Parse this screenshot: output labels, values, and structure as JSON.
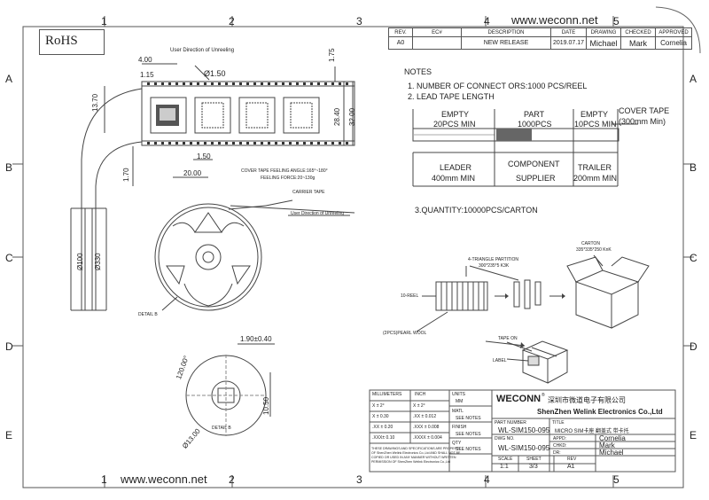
{
  "frame": {
    "zone_numbers_top": [
      "1",
      "2",
      "3",
      "4",
      "5"
    ],
    "zone_numbers_bottom": [
      "1",
      "2",
      "3",
      "4",
      "5"
    ],
    "zone_letters_left": [
      "A",
      "B",
      "C",
      "D",
      "E"
    ],
    "zone_letters_right": [
      "A",
      "B",
      "C",
      "D",
      "E"
    ],
    "website_top": "www.weconn.net",
    "website_bottom": "www.weconn.net"
  },
  "rohs": "RoHS",
  "revision_table": {
    "headers": [
      "REV.",
      "EC#",
      "DESCRIPTION",
      "DATE",
      "DRAWING",
      "CHECKED",
      "APPROVED"
    ],
    "row": [
      "A0",
      "",
      "NEW RELEASE",
      "2019.07.17",
      "Michael",
      "Mark",
      "Cornelia"
    ]
  },
  "tape_drawing": {
    "dim_400": "4.00",
    "dim_115": "1.15",
    "dim_d150": "Ø1.50",
    "dim_175": "1.75",
    "dim_1370": "13.70",
    "dim_2840": "28.40",
    "dim_3200": "32.00",
    "dim_150": "1.50",
    "dim_2000": "20.00",
    "dim_170": "1.70",
    "unreel_top": "User Direction of Unreeling",
    "feeling": "COVER TAPE FEELING ANGLE:165°~180°",
    "feeling_force": "FEELING FORCE:20~130g",
    "carrier_tape": "CARRIER TAPE",
    "unreel_bottom": "User Direction of Unreeling",
    "dim_d100": "Ø100",
    "dim_d330": "Ø330",
    "detail_b_label": "DETAIL B"
  },
  "detail_b": {
    "dim_190": "1.90±0.40",
    "dim_angle": "120.00°",
    "dim_1050": "10.50",
    "dim_d1300": "Ø13.00",
    "label": "DETAIL B"
  },
  "notes": {
    "title": "NOTES",
    "n1": "1. NUMBER OF CONNECT ORS:1000 PCS/REEL",
    "n2": "2. LEAD TAPE LENGTH",
    "empty1": "EMPTY",
    "empty1_sub": "20PCS MIN",
    "part": "PART",
    "part_sub": "1000PCS",
    "empty2": "EMPTY",
    "empty2_sub": "10PCS MIN",
    "cover_tape": "COVER TAPE",
    "cover_tape_sub": "(300mm Min)",
    "leader": "LEADER",
    "leader_sub": "400mm MIN",
    "component": "COMPONENT",
    "supplier": "SUPPLIER",
    "trailer": "TRAILER",
    "trailer_sub": "200mm MIN",
    "n3": "3.QUANTITY:10000PCS/CARTON"
  },
  "packing": {
    "partition": "4-TRIANGLE PARTITION",
    "partition_sub": "300*235*5 K3K",
    "carton": "CARTON",
    "carton_sub": "335*335*250 KnK",
    "reel": "10-REEL",
    "pearl": "(2PCS)PEARL WOOL",
    "tape_on": "TAPE ON",
    "label": "LABEL"
  },
  "title_block": {
    "millimeters": "MILLIMETERS",
    "inch": "INCH",
    "units": "UNITS",
    "units_val": "MM",
    "tol_rows": [
      [
        "X  ± 2°",
        "X  ± 2°"
      ],
      [
        "X  ± 0.30",
        ".XX  ± 0.012"
      ],
      [
        ".XX  ± 0.20",
        ".XXX  ± 0.008"
      ],
      [
        ".XXX± 0.10",
        ".XXXX  ± 0.004"
      ]
    ],
    "matl": "MATL",
    "matl_val": "SEE NOTES",
    "finish": "FINISH",
    "finish_val": "SEE NOTES",
    "qty": "QTY",
    "qty_val": "SEE NOTES",
    "disclaimer": [
      "THESE DRAWINGS AND SPECIFICATIONS ARE PROPERTY",
      "OF ShenZhen Welink Electronics Co.,Ltd AND SHALL NOT BE",
      "COPIED OR USED IN ANY MANNER WITHOUT WRITTEN",
      "PERMISSION OF ShenZhen Welink Electronics Co.,Ltd"
    ],
    "company_logo": "WECONN",
    "company_cn": "深圳市微道电子有限公司",
    "company_en": "ShenZhen Welink Electronics Co.,Ltd",
    "part_number_label": "PART NUMBER",
    "part_number": "WL-SIM150-095",
    "title_label": "TITLE",
    "title": "MICRO SIM卡座 翻盖式 带卡托",
    "dwg_label": "DWG NO.",
    "dwg": "WL-SIM150-095",
    "appd_label": "APPD:",
    "appd": "Cornelia",
    "chkd_label": "CHKD:",
    "chkd": "Mark",
    "dr_label": "DR:",
    "dr": "Michael",
    "scale_label": "SCALE",
    "scale": "1:1",
    "sheet_label": "SHEET",
    "sheet": "3/3",
    "rev_label": "REV",
    "rev": "A1"
  }
}
